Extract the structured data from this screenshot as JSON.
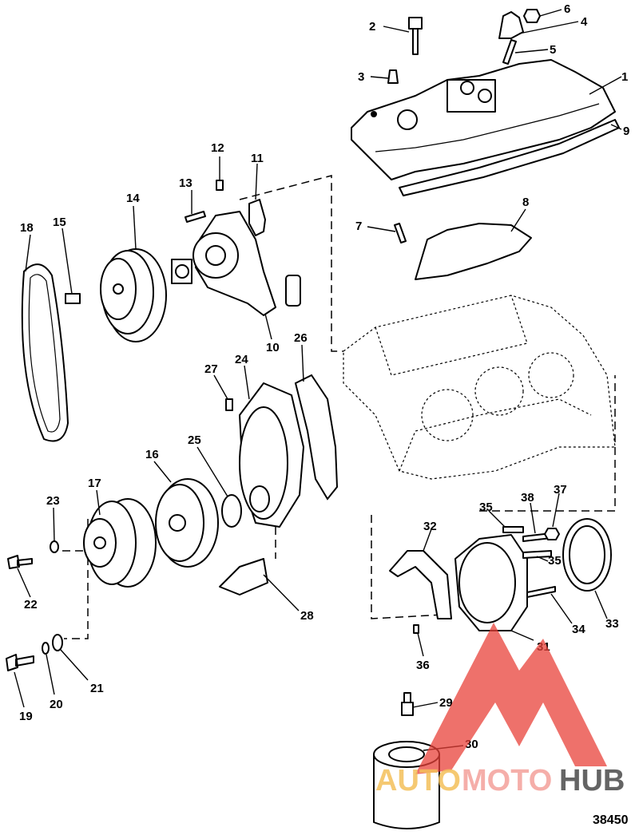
{
  "callouts": [
    "1",
    "2",
    "3",
    "4",
    "5",
    "6",
    "7",
    "8",
    "9",
    "10",
    "11",
    "12",
    "13",
    "14",
    "15",
    "16",
    "17",
    "18",
    "19",
    "20",
    "21",
    "22",
    "23",
    "24",
    "25",
    "26",
    "27",
    "28",
    "29",
    "30",
    "31",
    "32",
    "33",
    "34",
    "35",
    "35",
    "36",
    "37",
    "38"
  ],
  "reference_number": "38450",
  "watermark": {
    "part1": "AUTO",
    "part2": "MOTO",
    "part3": "HUB",
    "color_primary": "#e8413a",
    "color_secondary": "#f4a6a0",
    "color_dark": "#4a4a4a"
  }
}
